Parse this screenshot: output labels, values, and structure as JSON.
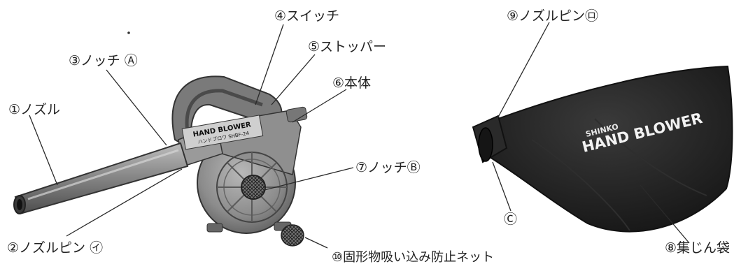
{
  "labels": {
    "nozzle": "①ノズル",
    "nozzle_pin_i": "②ノズルピン ㋑",
    "notch_a": "③ノッチ Ⓐ",
    "switch": "④スイッチ",
    "stopper": "⑤ストッパー",
    "body": "⑥本体",
    "notch_b": "⑦ノッチⒷ",
    "dust_bag": "⑧集じん袋",
    "nozzle_pin_ro": "⑨ノズルピン㋺",
    "solid_object_net": "⑩固形物吸い込み防止ネット",
    "mark_c": "Ⓒ"
  },
  "product_print": {
    "blower_line1": "HAND BLOWER",
    "blower_line2": "ハンドブロワ  SHBF-24",
    "bag_line1": "SHINKO",
    "bag_line2": "HAND BLOWER"
  },
  "colors": {
    "line": "#2a2a2a",
    "blower_body": "#8c8c8c",
    "blower_dark": "#5a5a5a",
    "bag": "#1c1c1c"
  }
}
